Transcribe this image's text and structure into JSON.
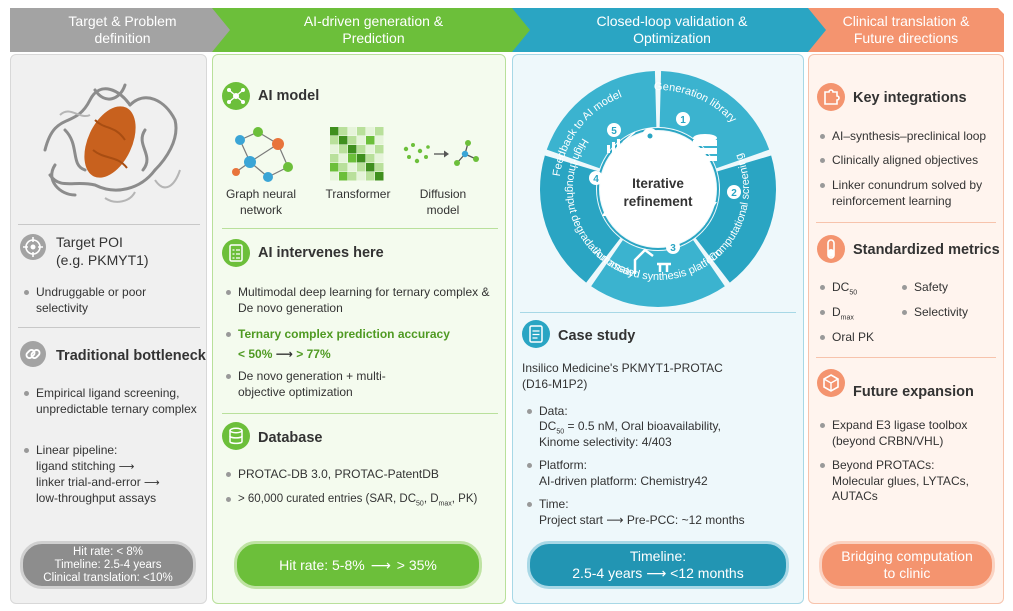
{
  "headers": {
    "col1": "Target & Problem definition",
    "col2": "AI-driven generation & Prediction",
    "col3": "Closed-loop validation & Optimization",
    "col4": "Clinical translation & Future directions"
  },
  "col1": {
    "target_title": "Target POI",
    "target_subtitle": "(e.g. PKMYT1)",
    "target_bullet": "Undruggable or poor selectivity",
    "bottleneck_title": "Traditional bottleneck",
    "bottleneck_bullets": [
      "Empirical ligand screening, unpredictable ternary complex",
      "Linear pipeline:",
      "ligand stitching",
      "linker trial-and-error",
      "low-throughput assays"
    ],
    "pill": [
      "Hit rate: < 8%",
      "Timeline: 2.5-4 years",
      "Clinical translation: <10%"
    ]
  },
  "col2": {
    "ai_model_title": "AI model",
    "models": [
      "Graph neural network",
      "Transformer",
      "Diffusion model"
    ],
    "intervenes_title": "AI intervenes here",
    "intervene_bullet1": "Multimodal deep learning for ternary complex & De novo generation",
    "intervene_bullet2": "Ternary complex prediction accuracy",
    "accuracy_from": "< 50%",
    "accuracy_to": "> 77%",
    "intervene_bullet3": "De novo generation + multi-objective optimization",
    "database_title": "Database",
    "db_bullet1": "PROTAC-DB 3.0, PROTAC-PatentDB",
    "db_bullet2_pre": "> 60,000 curated entries (SAR, DC",
    "db_bullet2_sub1": "50",
    "db_bullet2_mid": ", D",
    "db_bullet2_sub2": "max",
    "db_bullet2_post": ", PK)",
    "pill_from": "Hit rate: 5-8%",
    "pill_to": "> 35%"
  },
  "col3": {
    "center": "Iterative refinement",
    "segments": [
      "Generation library",
      "Computational screening",
      "Automated synthesis platform",
      "High-throughput degradation assay",
      "Feedback to AI model"
    ],
    "segment_numbers": [
      "1",
      "2",
      "3",
      "4",
      "5"
    ],
    "case_title": "Case study",
    "case_intro": "Insilico Medicine's PKMYT1-PROTAC (D16-M1P2)",
    "data_label": "Data:",
    "data_pre": "DC",
    "data_sub": "50",
    "data_post": " = 0.5 nM, Oral bioavailability,",
    "data_line2": "Kinome selectivity: 4/403",
    "platform_label": "Platform:",
    "platform_value": "AI-driven platform: Chemistry42",
    "time_label": "Time:",
    "time_from": "Project start",
    "time_to": "Pre-PCC: ~12 months",
    "pill_title": "Timeline:",
    "pill_from": "2.5-4 years",
    "pill_to": "<12 months"
  },
  "col4": {
    "key_title": "Key integrations",
    "key_bullets": [
      "AI–synthesis–preclinical loop",
      "Clinically aligned objectives",
      "Linker conundrum solved by reinforcement learning"
    ],
    "metrics_title": "Standardized metrics",
    "metric_dc": "DC",
    "metric_dc_sub": "50",
    "metric_d": "D",
    "metric_d_sub": "max",
    "metric_oralpk": "Oral PK",
    "metric_safety": "Safety",
    "metric_selectivity": "Selectivity",
    "future_title": "Future expansion",
    "future_bullets": [
      "Expand E3 ligase toolbox (beyond CRBN/VHL)",
      "Beyond PROTACs: Molecular glues, LYTACs, AUTACs"
    ],
    "pill": "Bridging computation to clinic"
  },
  "colors": {
    "gray": "#9e9e9e",
    "green": "#6cbf3a",
    "teal": "#2aa5c3",
    "salmon": "#f4946f"
  }
}
